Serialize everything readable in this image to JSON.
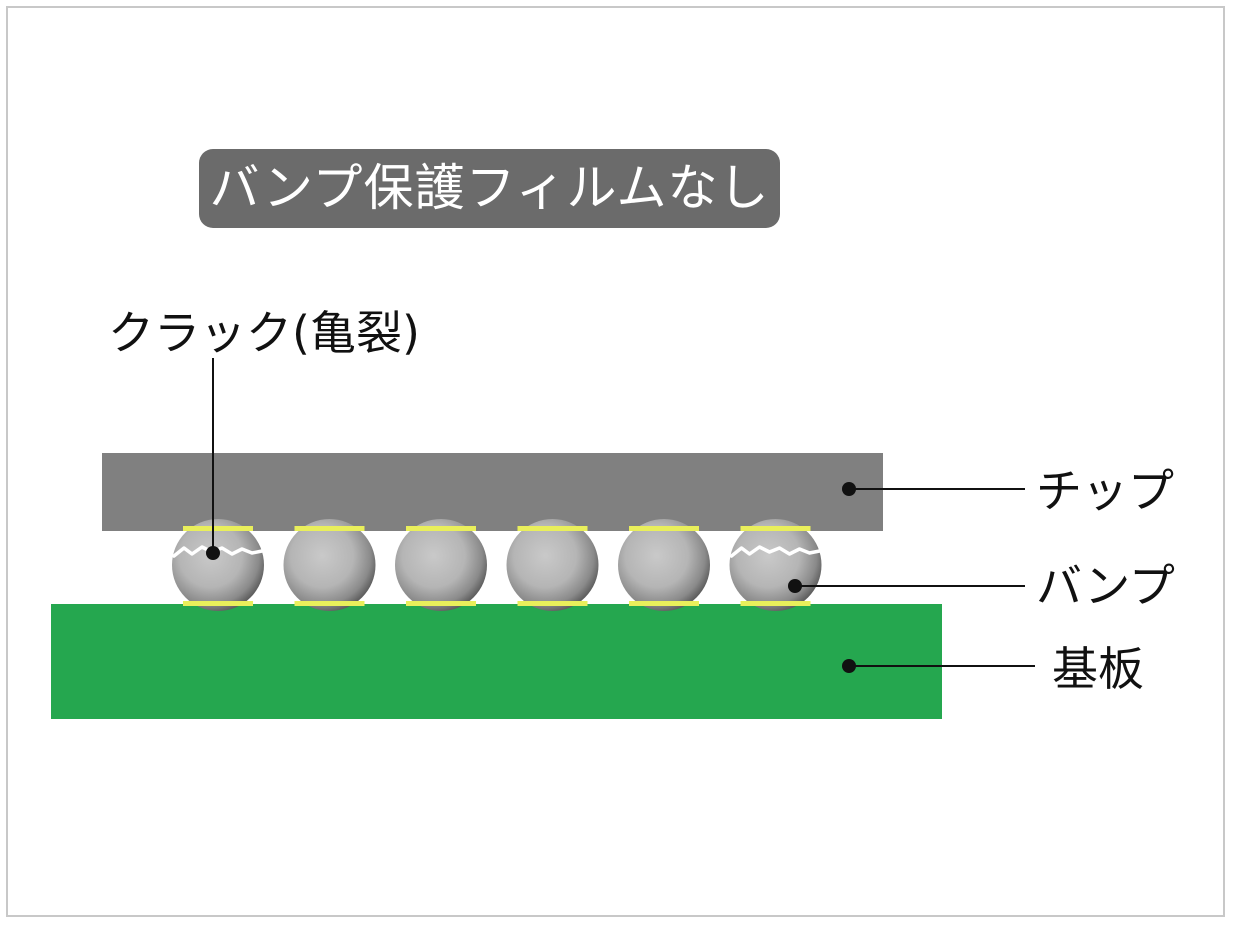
{
  "title": "バンプ保護フィルムなし",
  "labels": {
    "crack": "クラック(亀裂)",
    "chip": "チップ",
    "bump": "バンプ",
    "substrate": "基板"
  },
  "bump_count": 6,
  "cracked_bumps": [
    1,
    6
  ],
  "colors": {
    "chip": "#808080",
    "substrate": "#25a74f",
    "pad": "#e9ef5b",
    "title_badge": "#6b6b6b",
    "bump_light": "#c3c3c3",
    "bump_dark": "#5e5e5e",
    "crack": "#ffffff"
  }
}
